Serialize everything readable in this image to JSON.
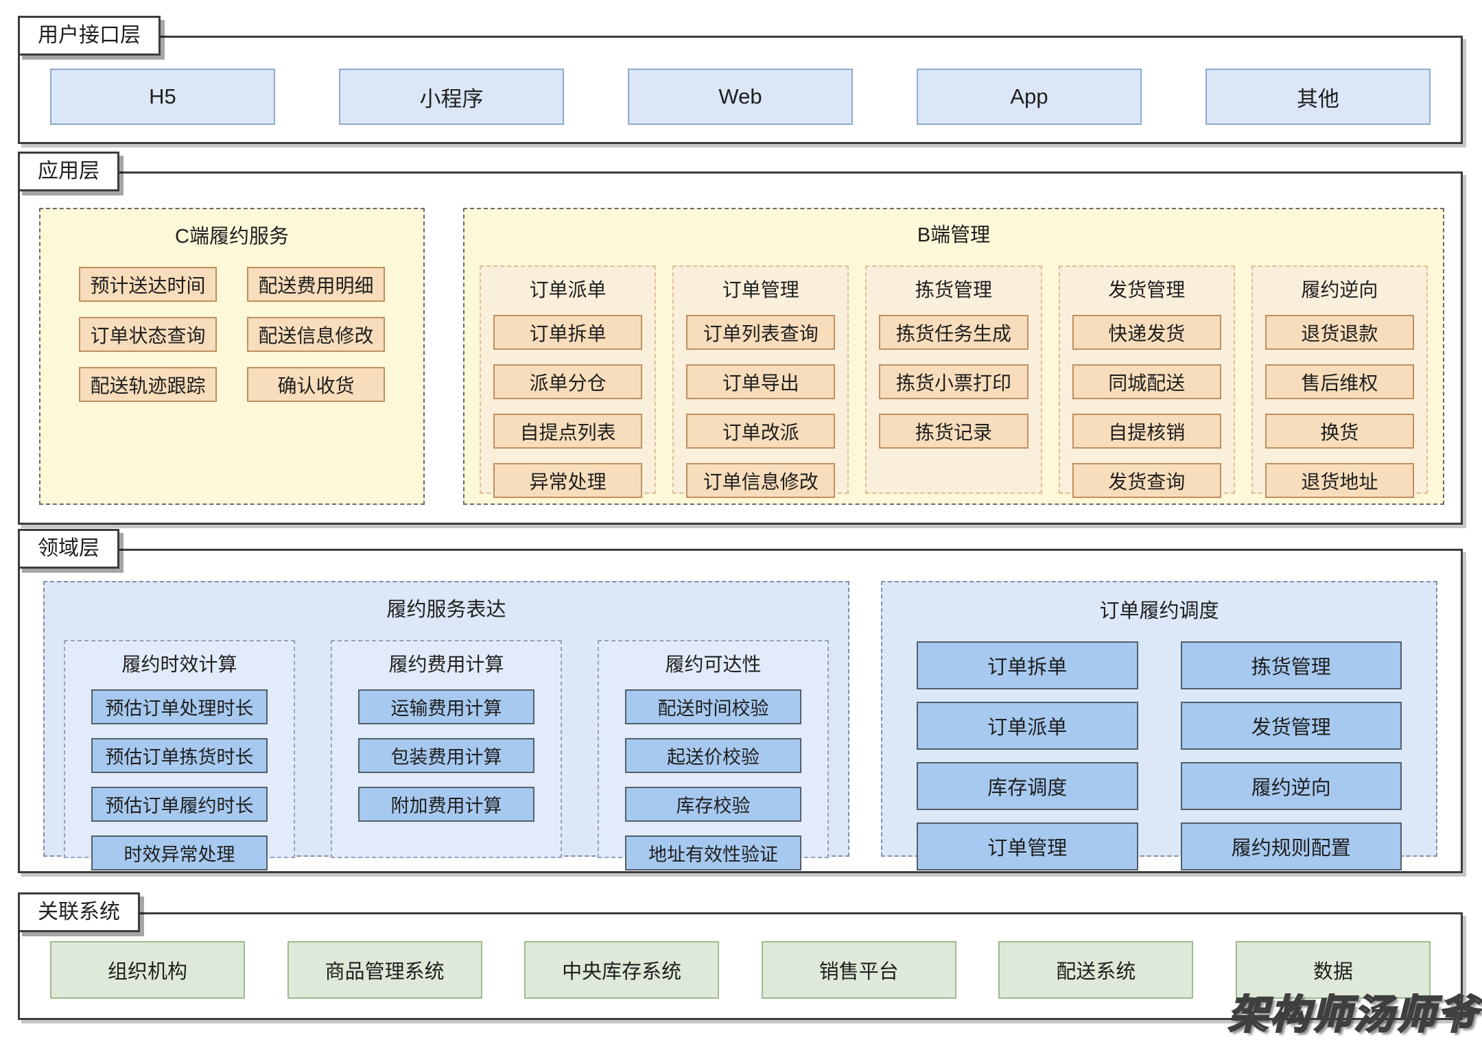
{
  "watermark": "架构师汤师爷",
  "colors": {
    "channel_fill": "#dbe6f6",
    "channel_border": "#8ea9cd",
    "app_section_fill": "#fcf8d8",
    "module_fill": "#f7ddbb",
    "module_border": "#c08f60",
    "b_group_fill": "#f9efdb",
    "b_group_border": "#ddbf92",
    "domain_section_fill": "#dce7f7",
    "domain_item_fill": "#a7c9ef",
    "system_fill": "#dfe9d9",
    "system_border": "#9fba8e"
  },
  "ui_layer": {
    "label": "用户接口层",
    "channels": [
      "H5",
      "小程序",
      "Web",
      "App",
      "其他"
    ]
  },
  "app_layer": {
    "label": "应用层",
    "c_side": {
      "title": "C端履约服务",
      "items": [
        "预计送达时间",
        "配送费用明细",
        "订单状态查询",
        "配送信息修改",
        "配送轨迹跟踪",
        "确认收货"
      ]
    },
    "b_side": {
      "title": "B端管理",
      "groups": [
        {
          "title": "订单派单",
          "items": [
            "订单拆单",
            "派单分仓",
            "自提点列表",
            "异常处理"
          ]
        },
        {
          "title": "订单管理",
          "items": [
            "订单列表查询",
            "订单导出",
            "订单改派",
            "订单信息修改"
          ]
        },
        {
          "title": "拣货管理",
          "items": [
            "拣货任务生成",
            "拣货小票打印",
            "拣货记录"
          ]
        },
        {
          "title": "发货管理",
          "items": [
            "快递发货",
            "同城配送",
            "自提核销",
            "发货查询"
          ]
        },
        {
          "title": "履约逆向",
          "items": [
            "退货退款",
            "售后维权",
            "换货",
            "退货地址"
          ]
        }
      ]
    }
  },
  "domain_layer": {
    "label": "领域层",
    "expression": {
      "title": "履约服务表达",
      "groups": [
        {
          "title": "履约时效计算",
          "items": [
            "预估订单处理时长",
            "预估订单拣货时长",
            "预估订单履约时长",
            "时效异常处理"
          ]
        },
        {
          "title": "履约费用计算",
          "items": [
            "运输费用计算",
            "包装费用计算",
            "附加费用计算"
          ]
        },
        {
          "title": "履约可达性",
          "items": [
            "配送时间校验",
            "起送价校验",
            "库存校验",
            "地址有效性验证"
          ]
        }
      ]
    },
    "scheduling": {
      "title": "订单履约调度",
      "items": [
        "订单拆单",
        "拣货管理",
        "订单派单",
        "发货管理",
        "库存调度",
        "履约逆向",
        "订单管理",
        "履约规则配置"
      ]
    }
  },
  "related_layer": {
    "label": "关联系统",
    "systems": [
      "组织机构",
      "商品管理系统",
      "中央库存系统",
      "销售平台",
      "配送系统",
      "数据"
    ]
  }
}
